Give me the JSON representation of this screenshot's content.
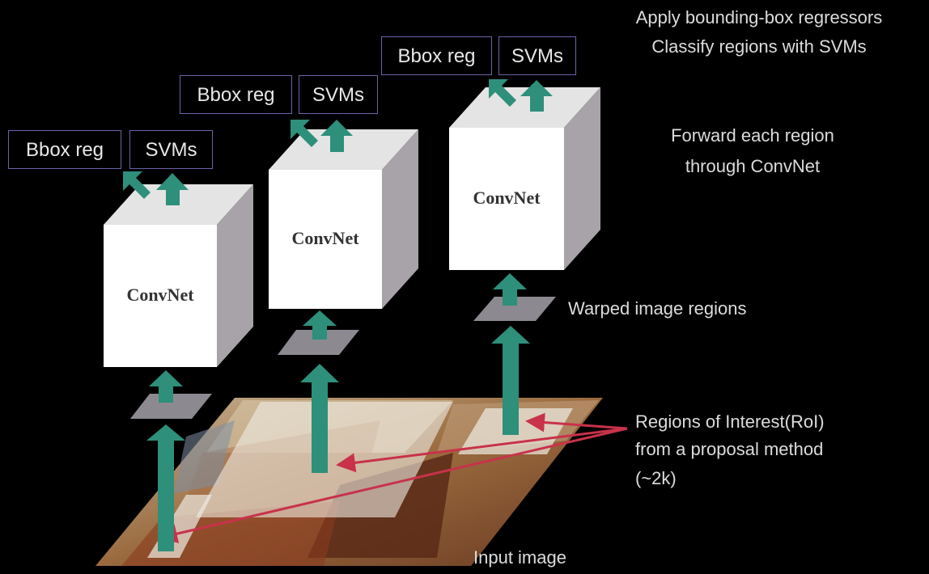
{
  "convnet_label": "ConvNet",
  "bbox_label": "Bbox reg",
  "svm_label": "SVMs",
  "annotations": {
    "apply_bbox": "Apply bounding-box regressors",
    "classify_svm": "Classify regions with SVMs",
    "forward_1": "Forward each region",
    "forward_2": "through ConvNet",
    "warped": "Warped image regions",
    "roi_1": "Regions of Interest(RoI)",
    "roi_2": "from a proposal method",
    "roi_3": "(~2k)",
    "input": "Input image"
  },
  "colors": {
    "background": "#000000",
    "arrow": "#2e8f7a",
    "box_border": "#6c63a8",
    "pointer": "#c8324a",
    "patch": "#8c8a90"
  }
}
